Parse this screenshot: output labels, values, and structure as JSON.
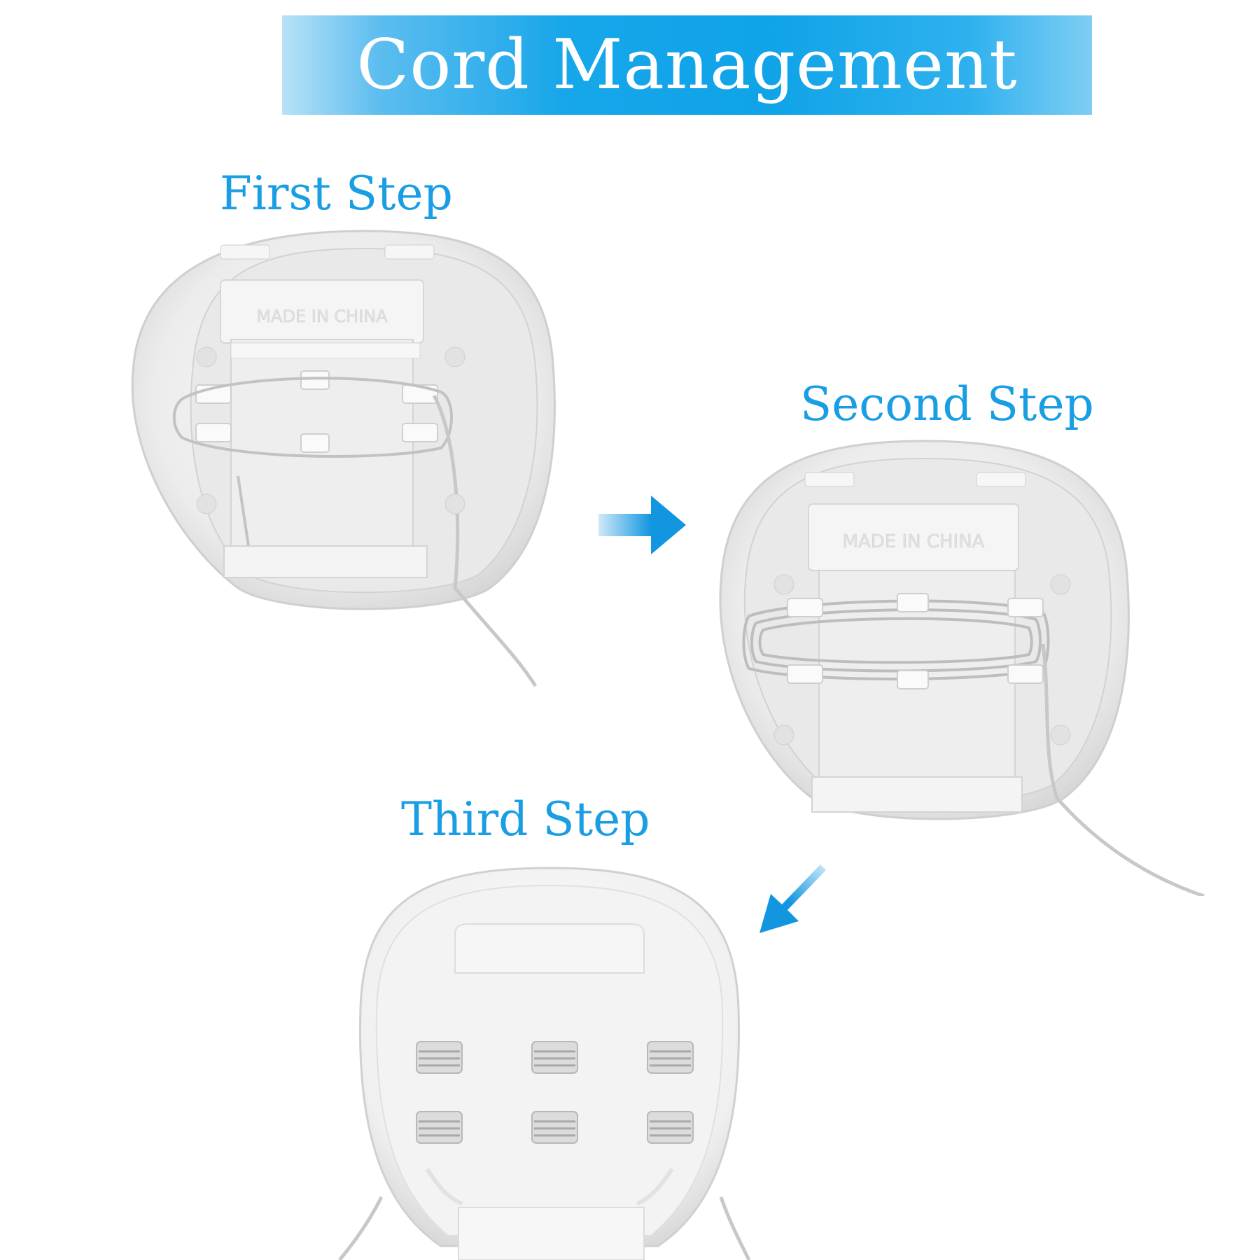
{
  "banner": {
    "title": "Cord Management"
  },
  "steps": {
    "first": {
      "label": "First Step"
    },
    "second": {
      "label": "Second Step"
    },
    "third": {
      "label": "Third Step"
    }
  },
  "embossed_text": "MADE IN CHINA",
  "colors": {
    "banner_blue": "#0fa3e8",
    "label_blue": "#1a9ee3",
    "arrow_blue": "#1296e0",
    "device_white": "#f3f3f3"
  },
  "icons": [
    "arrow-right-icon",
    "arrow-down-left-icon"
  ]
}
